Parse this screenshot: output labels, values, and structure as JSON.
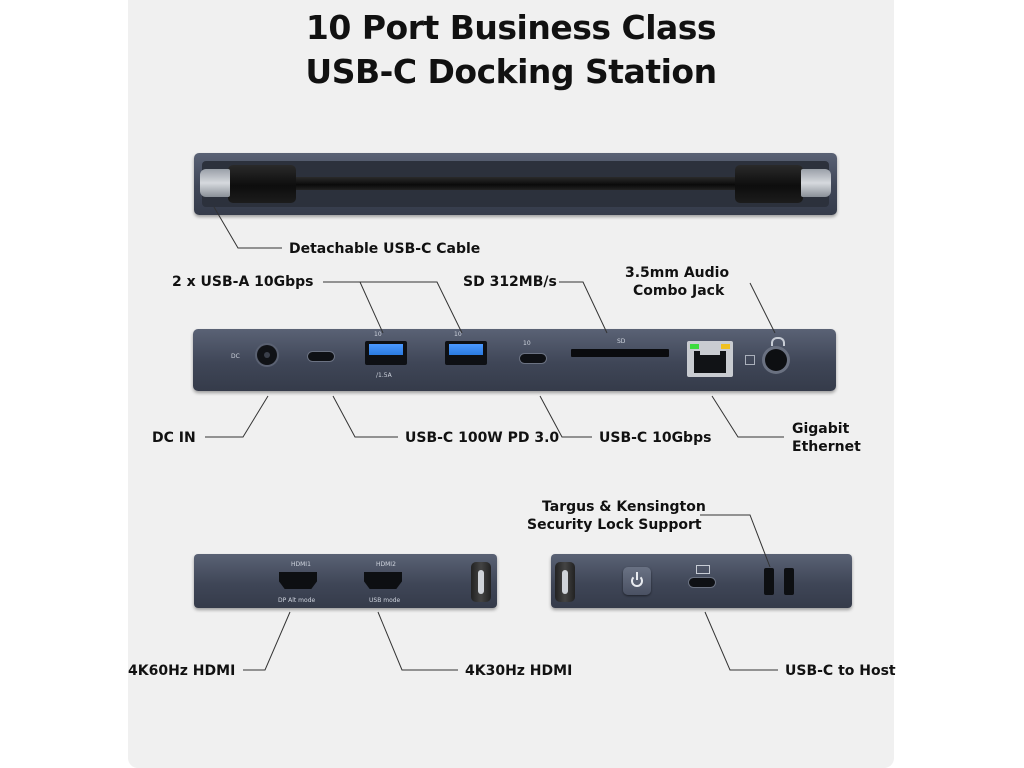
{
  "title": {
    "line1": "10 Port Business Class",
    "line2": "USB-C Docking Station"
  },
  "labels": {
    "detachable_cable": "Detachable USB-C Cable",
    "usb_a": "2 x USB-A 10Gbps",
    "sd": "SD 312MB/s",
    "audio_line1": "3.5mm Audio",
    "audio_line2": "Combo Jack",
    "dc_in": "DC IN",
    "usbc_pd": "USB-C 100W PD 3.0",
    "usbc_10g": "USB-C 10Gbps",
    "ethernet_line1": "Gigabit",
    "ethernet_line2": "Ethernet",
    "lock_line1": "Targus & Kensington",
    "lock_line2": "Security Lock Support",
    "hdmi_4k60": "4K60Hz HDMI",
    "hdmi_4k30": "4K30Hz HDMI",
    "usbc_host": "USB-C to Host"
  },
  "port_text": {
    "dc": "DC",
    "usb_a_current": "/1.5A",
    "sd": "SD",
    "hdmi1": "HDMI1",
    "hdmi1_mode": "DP Alt mode",
    "hdmi2": "HDMI2",
    "hdmi2_mode": "USB mode",
    "usb_speed": "10",
    "usb_speed2": "10",
    "usb_speed3": "10"
  },
  "colors": {
    "device_body": "#3f4657",
    "usb_blue": "#2b7be0",
    "port_black": "#121418",
    "led_green": "#3ddc3d",
    "led_yellow": "#f0c020",
    "leader_line": "#333333"
  }
}
